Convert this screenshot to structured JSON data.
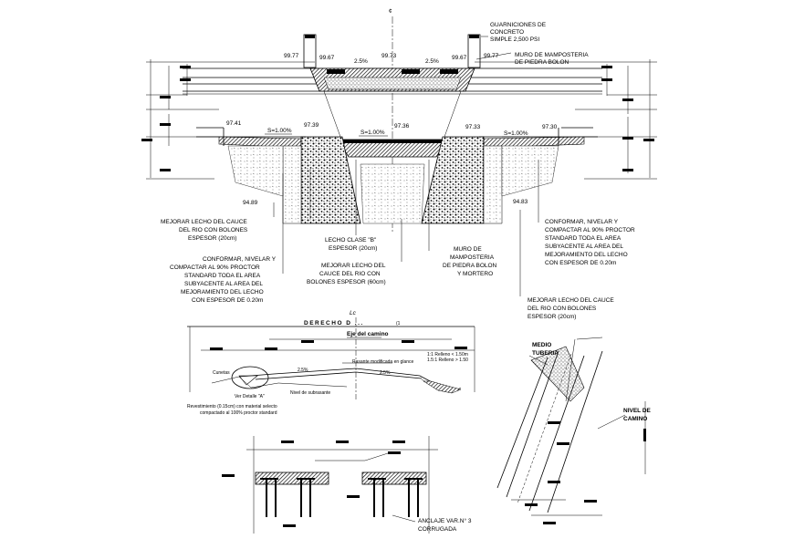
{
  "section": {
    "centerline": "¢",
    "elevations": {
      "top_left": "99.77",
      "top_left_inner": "99.67",
      "top_center": "99.73",
      "top_right_inner": "99.67",
      "top_right": "99.77",
      "bed_left_outer": "97.41",
      "bed_left_inner": "97.39",
      "bed_center": "97.36",
      "bed_right_inner": "97.33",
      "bed_right_outer": "97.30",
      "bottom_left": "94.89",
      "bottom_right": "94.83"
    },
    "slopes": {
      "deck_left": "2.5%",
      "deck_right": "2.5%",
      "bed_left": "S=1.00%",
      "bed_center": "S=1.00%",
      "bed_right": "S=1.00%"
    },
    "notes": {
      "guarniciones": [
        "GUARNICIONES DE",
        "CONCRETO",
        "SIMPLE 2,500 PSI"
      ],
      "muro_top": [
        "MURO DE MAMPOSTERIA",
        "DE PIEDRA BOLON"
      ],
      "mejorar_left": [
        "MEJORAR LECHO DEL CAUCE",
        "DEL RIO CON BOLONES",
        "ESPESOR (20cm)"
      ],
      "conformar_left": [
        "CONFORMAR, NIVELAR Y",
        "COMPACTAR AL 90% PROCTOR",
        "STANDARD TODA EL AREA",
        "SUBYACENTE AL AREA DEL",
        "MEJORAMIENTO DEL LECHO",
        "CON ESPESOR DE 0.20m"
      ],
      "lecho_clase": [
        "LECHO CLASE \"B\"",
        "ESPESOR (20cm)"
      ],
      "mejorar_center": [
        "MEJORAR LECHO DEL",
        "CAUCE DEL RIO CON",
        "BOLONES ESPESOR (60cm)"
      ],
      "muro_center": [
        "MURO DE",
        "MAMPOSTERIA",
        "DE PIEDRA BOLON",
        "Y MORTERO"
      ],
      "conformar_right": [
        "CONFORMAR, NIVELAR Y",
        "COMPACTAR AL 90% PROCTOR",
        "STANDARD TODA EL AREA",
        "SUBYACENTE AL AREA DEL",
        "MEJORAMIENTO DEL LECHO",
        "CON ESPESOR DE 0.20m"
      ],
      "mejorar_right": [
        "MEJORAR LECHO DEL CAUCE",
        "DEL RIO CON BOLONES",
        "ESPESOR (20cm)"
      ]
    }
  },
  "road": {
    "marker": "Lc",
    "title": "DERECHO D ...",
    "title_small": "(1",
    "subtitle": "Eje del camino",
    "slope_left": "2.5%",
    "slope_right": "2.5%",
    "label_rasante": "Rasante modificada en glance",
    "label_nivel": "Nivel de subrasante",
    "label_relleno": [
      "1:1 Relleno < 1.50m",
      "1.5:1 Relleno > 1.50"
    ],
    "label_cunetas": "Cunetas",
    "label_detalle": "Ver Detalle \"A\"",
    "label_revest": [
      "Revestimiento (0.15cm) con material selecto",
      "compactado al 100% proctor standard"
    ]
  },
  "anchor": {
    "label": [
      "ANCLAJE VAR.N° 3",
      "CORRUGADA"
    ]
  },
  "diagonal": {
    "label_top": [
      "MEDIO",
      "TUBERIA"
    ],
    "label_right": [
      "NIVEL DE",
      "CAMINO"
    ]
  }
}
